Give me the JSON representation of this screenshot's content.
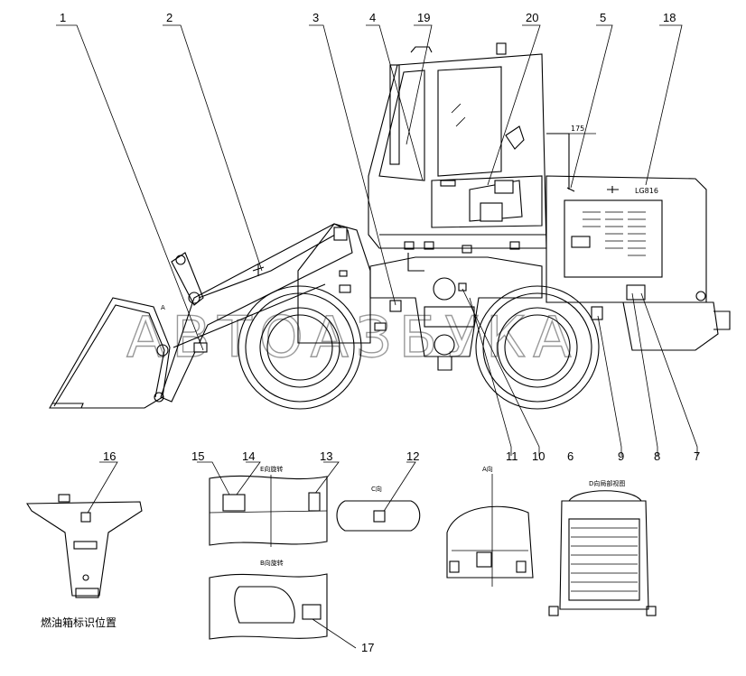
{
  "callouts": {
    "n1": "1",
    "n2": "2",
    "n3": "3",
    "n4": "4",
    "n5": "5",
    "n6": "6",
    "n7": "7",
    "n8": "8",
    "n9": "9",
    "n10": "10",
    "n11": "11",
    "n12": "12",
    "n13": "13",
    "n14": "14",
    "n15": "15",
    "n16": "16",
    "n17": "17",
    "n18": "18",
    "n19": "19",
    "n20": "20"
  },
  "dimension_175": "175",
  "model_label": "LG816",
  "view_marks": {
    "a_main": "A",
    "c_view": "C向",
    "a_view": "A向"
  },
  "view_titles": {
    "e_view": "E向旋转",
    "b_view": "B向旋转",
    "d_view": "D向局部视图"
  },
  "fuel_tank_caption": "燃油箱标识位置",
  "watermark": "АВТОАЗБУКА",
  "colors": {
    "line": "#000000",
    "background": "#ffffff",
    "watermark": "#9a9a9a"
  }
}
